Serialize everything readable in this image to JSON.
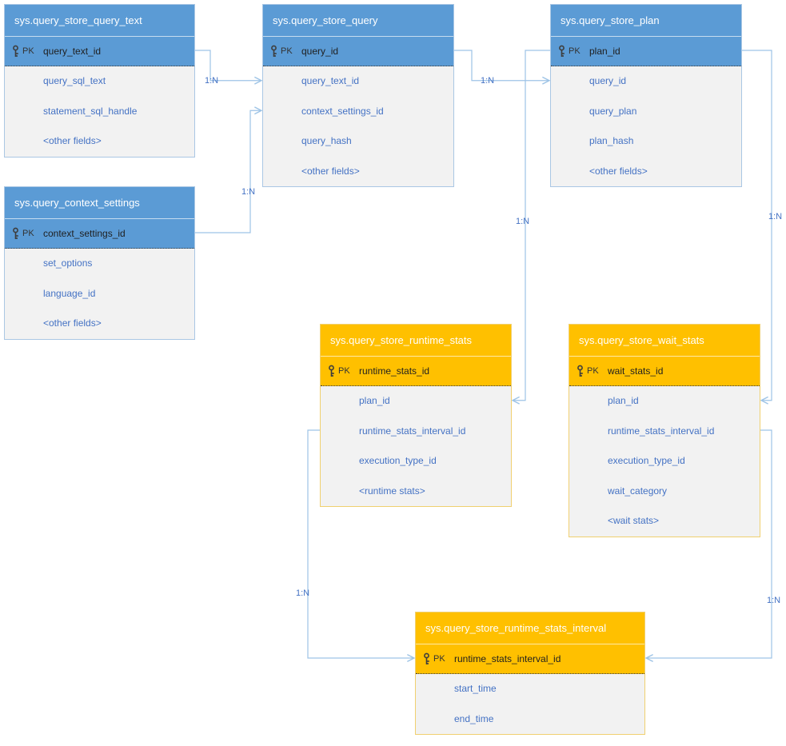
{
  "diagram": {
    "colors": {
      "blue_header": "#5b9bd5",
      "orange_header": "#ffc000",
      "body_bg": "#f2f2f2",
      "field_text": "#4472c4",
      "relationship_line": "#9dc3e6"
    },
    "tables": [
      {
        "title": "sys.query_store_query_text",
        "pk_label": "PK",
        "pk_field": "query_text_id",
        "fields": [
          "query_sql_text",
          "statement_sql_handle",
          "<other fields>"
        ]
      },
      {
        "title": "sys.query_store_query",
        "pk_label": "PK",
        "pk_field": "query_id",
        "fields": [
          "query_text_id",
          "context_settings_id",
          "query_hash",
          "<other fields>"
        ]
      },
      {
        "title": "sys.query_store_plan",
        "pk_label": "PK",
        "pk_field": "plan_id",
        "fields": [
          "query_id",
          "query_plan",
          "plan_hash",
          "<other fields>"
        ]
      },
      {
        "title": "sys.query_context_settings",
        "pk_label": "PK",
        "pk_field": "context_settings_id",
        "fields": [
          "set_options",
          "language_id",
          "<other fields>"
        ]
      },
      {
        "title": "sys.query_store_runtime_stats",
        "pk_label": "PK",
        "pk_field": "runtime_stats_id",
        "fields": [
          "plan_id",
          "runtime_stats_interval_id",
          "execution_type_id",
          "<runtime stats>"
        ]
      },
      {
        "title": "sys.query_store_wait_stats",
        "pk_label": "PK",
        "pk_field": "wait_stats_id",
        "fields": [
          "plan_id",
          "runtime_stats_interval_id",
          "execution_type_id",
          "wait_category",
          "<wait stats>"
        ]
      },
      {
        "title": "sys.query_store_runtime_stats_interval",
        "pk_label": "PK",
        "pk_field": "runtime_stats_interval_id",
        "fields": [
          "start_time",
          "end_time"
        ]
      }
    ],
    "relationships": [
      {
        "label": "1:N",
        "from": "sys.query_store_query_text",
        "to": "sys.query_store_query"
      },
      {
        "label": "1:N",
        "from": "sys.query_context_settings",
        "to": "sys.query_store_query"
      },
      {
        "label": "1:N",
        "from": "sys.query_store_query",
        "to": "sys.query_store_plan"
      },
      {
        "label": "1:N",
        "from": "sys.query_store_plan",
        "to": "sys.query_store_runtime_stats"
      },
      {
        "label": "1:N",
        "from": "sys.query_store_plan",
        "to": "sys.query_store_wait_stats"
      },
      {
        "label": "1:N",
        "from": "sys.query_store_runtime_stats_interval",
        "to": "sys.query_store_runtime_stats"
      },
      {
        "label": "1:N",
        "from": "sys.query_store_runtime_stats_interval",
        "to": "sys.query_store_wait_stats"
      }
    ]
  }
}
